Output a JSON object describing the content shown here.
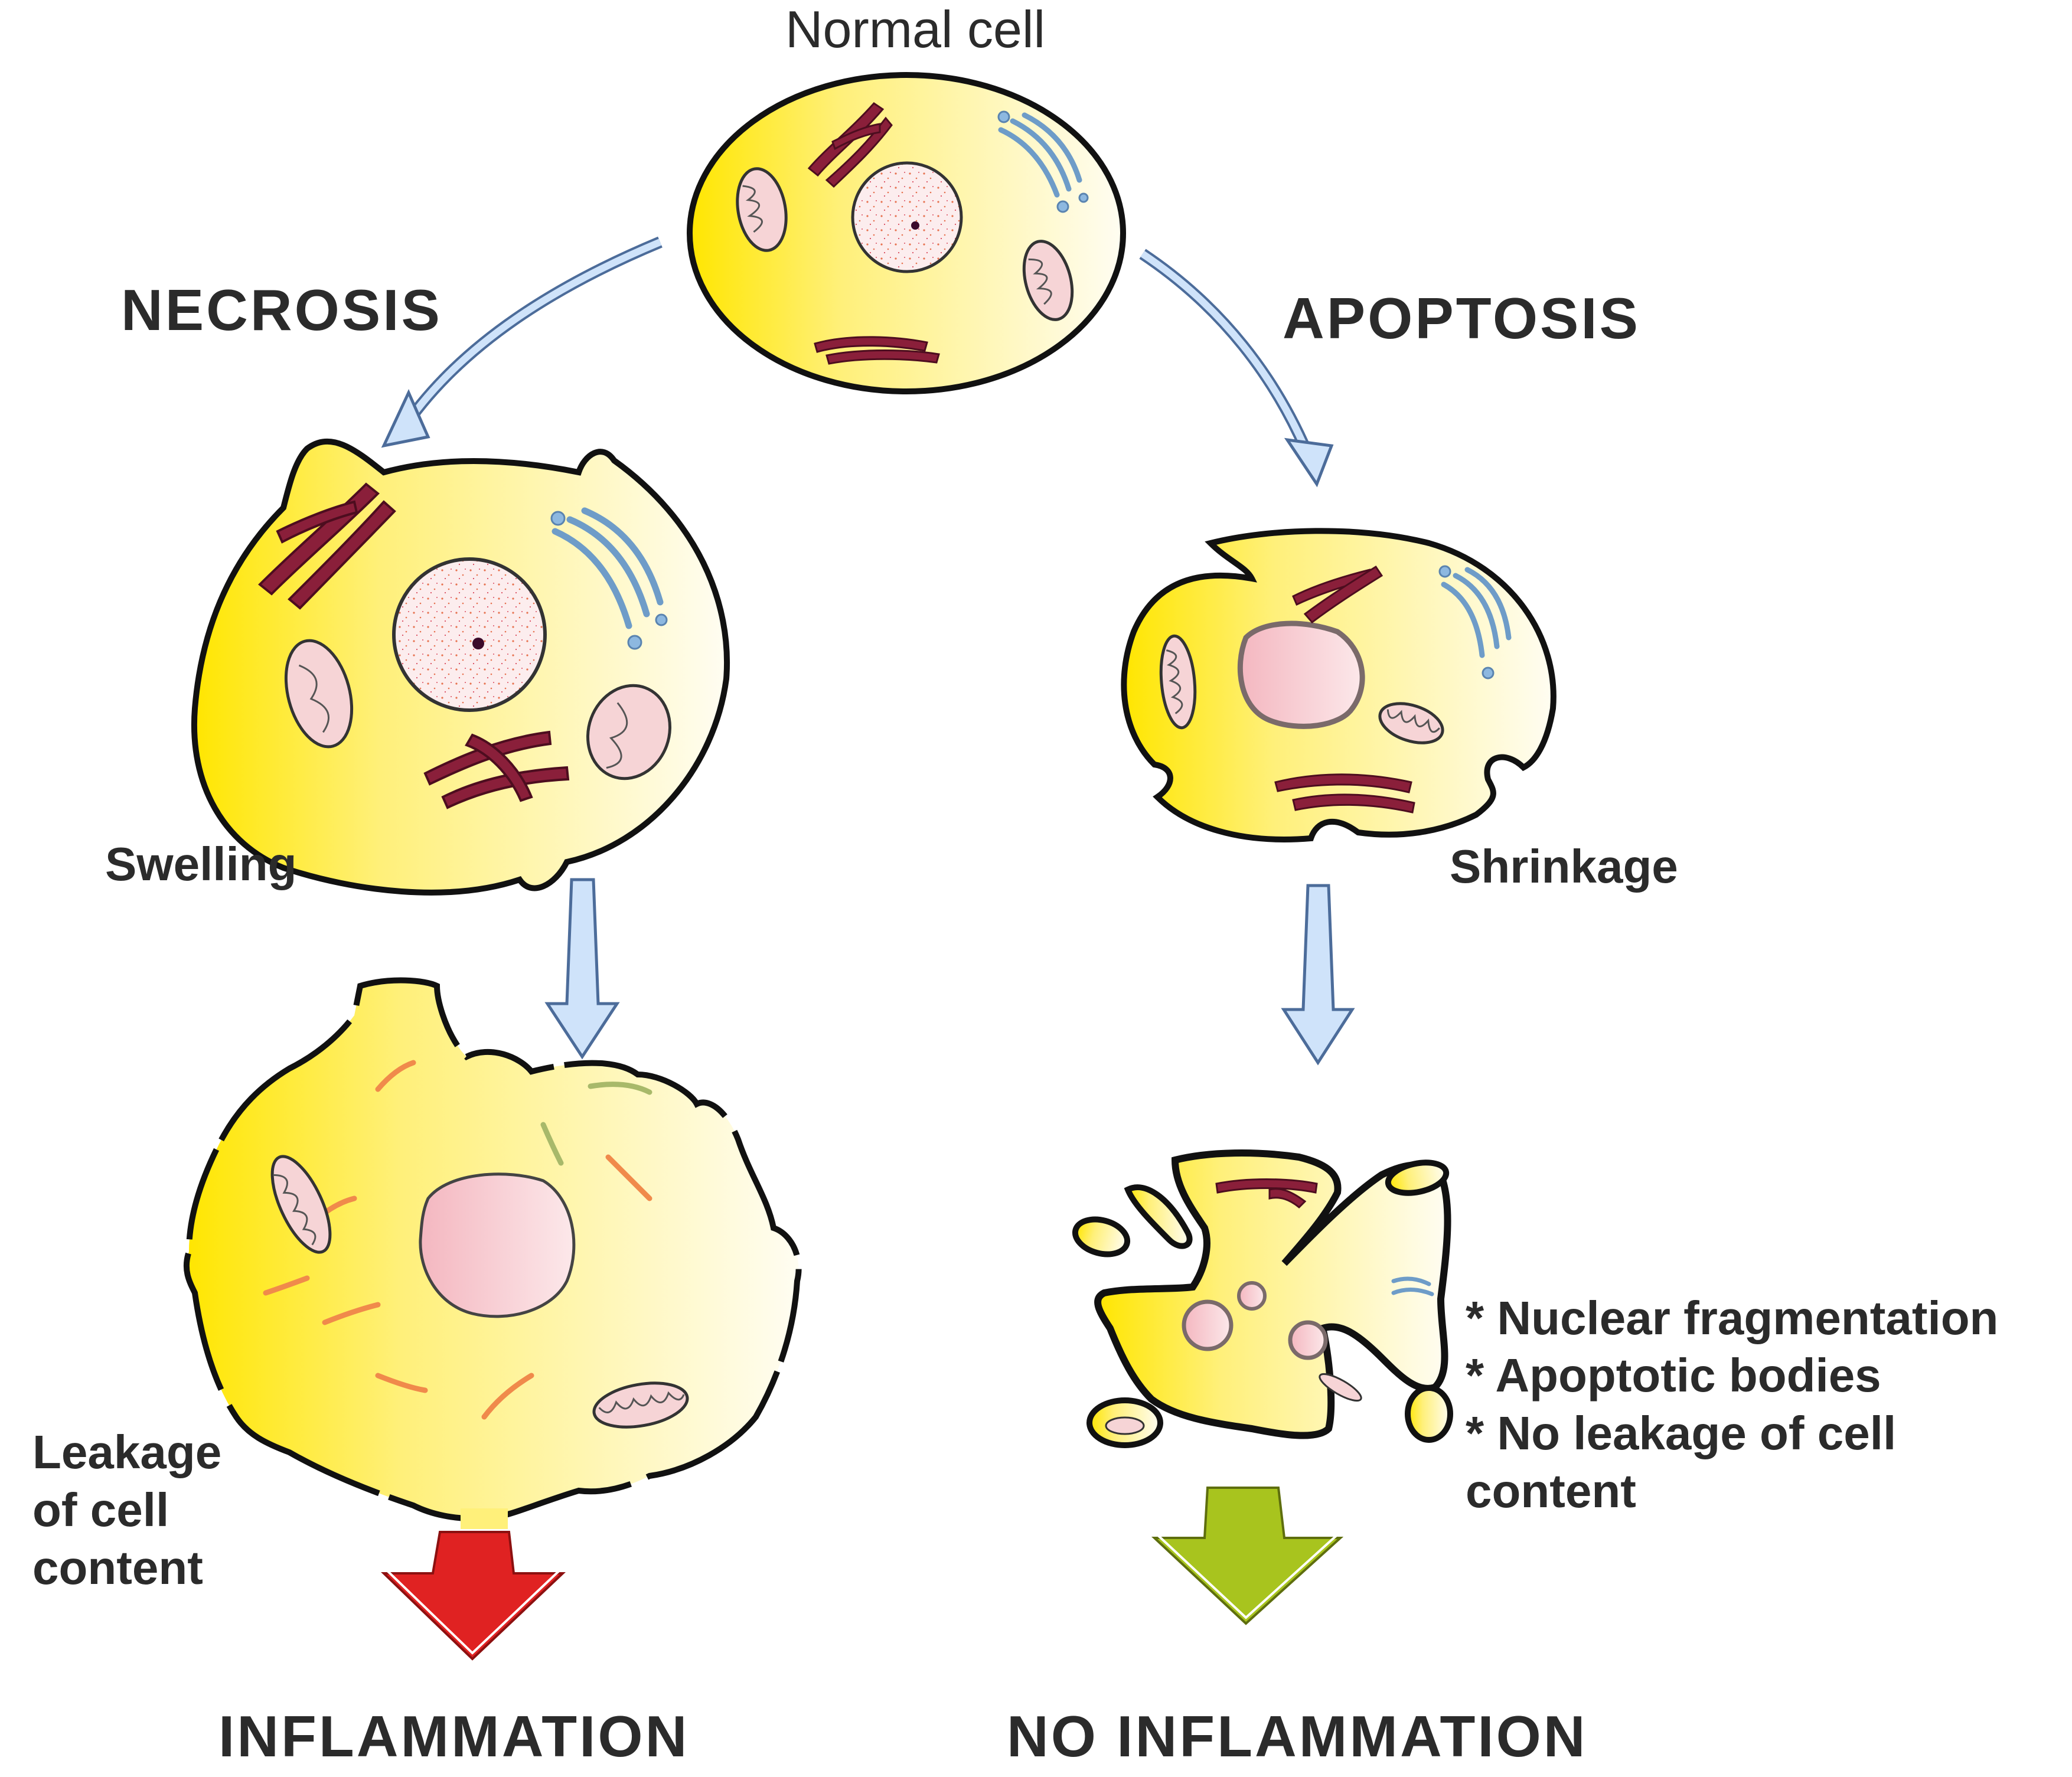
{
  "labels": {
    "normal_cell": "Normal cell",
    "necrosis": "NECROSIS",
    "apoptosis": "APOPTOSIS",
    "swelling": "Swelling",
    "shrinkage": "Shrinkage",
    "leakage": [
      "Leakage",
      "of cell",
      "content"
    ],
    "apoptosis_notes": [
      "* Nuclear fragmentation",
      "* Apoptotic bodies",
      "* No leakage of cell",
      "content"
    ],
    "inflammation": "INFLAMMATION",
    "no_inflammation": "NO INFLAMMATION"
  },
  "colors": {
    "cytoplasm_yellow": "#FFE600",
    "cytoplasm_light": "#FFFBE0",
    "outline": "#111111",
    "nucleus": "#F6D4D6",
    "er_dark_red": "#8A1F3A",
    "golgi_blue": "#8DB8E0",
    "flow_arrow": "#CFE3FA",
    "flow_arrow_stroke": "#4C6C9A",
    "inflammation_arrow": "#E02222",
    "no_inflammation_arrow": "#A8C41E",
    "text": "#2B2B2B"
  }
}
